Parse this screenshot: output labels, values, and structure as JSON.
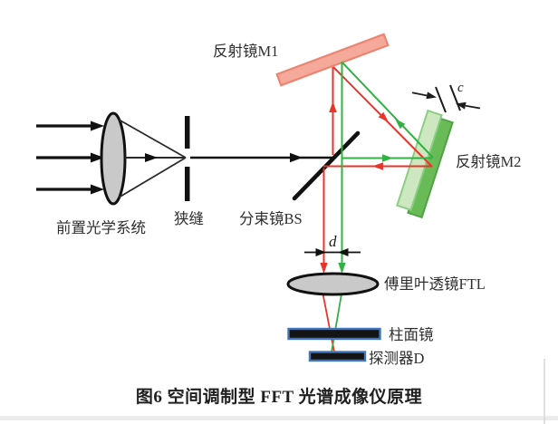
{
  "figure": {
    "caption": "图6  空间调制型 FFT 光谱成像仪原理",
    "labels": {
      "front_optics": "前置光学系统",
      "slit": "狭缝",
      "beam_splitter": "分束镜BS",
      "mirror_m1": "反射镜M1",
      "mirror_m2": "反射镜M2",
      "fourier_lens": "傅里叶透镜FTL",
      "cylindrical_lens": "柱面镜",
      "detector": "探测器D",
      "shear_distance": "d",
      "mirror_thickness": "c"
    },
    "colors": {
      "ray_red": "#e8352b",
      "ray_green": "#33b043",
      "mirror_m1_fill": "#f5a99b",
      "mirror_m1_stroke": "#ec8471",
      "mirror_m2_light_fill": "#cde8c1",
      "mirror_m2_light_stroke": "#8ccd84",
      "mirror_m2_dark_fill": "#69bb58",
      "mirror_m2_dark_stroke": "#4fa343",
      "lens_fill": "#c9c9c9",
      "component_frame_blue": "#3f74be",
      "ink": "#111111"
    }
  }
}
